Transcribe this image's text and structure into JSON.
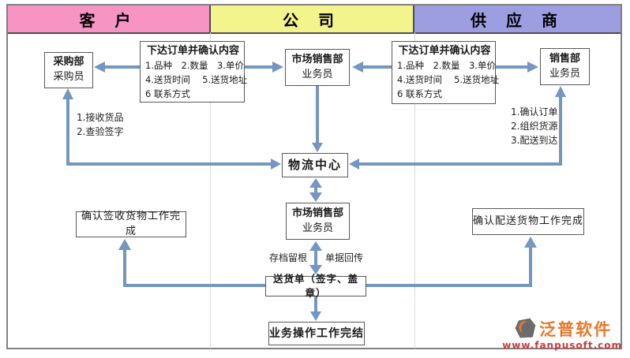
{
  "header": {
    "columns": [
      {
        "id": "customer",
        "label": "客 户",
        "color": "#F794C4"
      },
      {
        "id": "company",
        "label": "公 司",
        "color": "#F4F48C"
      },
      {
        "id": "supplier",
        "label": "供 应 商",
        "color": "#9D9DE2"
      }
    ]
  },
  "boxes": {
    "purchase_dept": {
      "title": "采购部",
      "subtitle": "采购员"
    },
    "order_left": {
      "title": "下达订单并确认内容",
      "line1": "1.品种　2.数量　3.单价",
      "line2": "4.送货时间　 5.送货地址",
      "line3": "6 联系方式"
    },
    "sales_top": {
      "title": "市场销售部",
      "subtitle": "业务员"
    },
    "order_right": {
      "title": "下达订单并确认内容",
      "line1": "1.品种　2.数量　3.单价",
      "line2": "4.送货时间　 5.送货地址",
      "line3": "6 联系方式"
    },
    "sales_dept": {
      "title": "销售部",
      "subtitle": "业务员"
    },
    "logistics": {
      "title": "物流中心"
    },
    "sales_mid": {
      "title": "市场销售部",
      "subtitle": "业务员"
    },
    "confirm_receive": {
      "title": "确认签收货物工作完成"
    },
    "confirm_deliver": {
      "title": "确认配送货物工作完成"
    },
    "delivery_note": {
      "title": "送货单（签字、盖章）"
    },
    "work_complete": {
      "title": "业务操作工作完结"
    }
  },
  "annotations": {
    "receive_goods": "1.接收货品",
    "check_sign": "2.查验签字",
    "confirm_order": "1.确认订单",
    "organize_supply": "2.组织货源",
    "delivery_arrival": "3.配送到达",
    "archive_copy": "存档留根",
    "receipt_return": "单据回传"
  },
  "watermark": {
    "brand": "泛普软件",
    "url": "www.fanpusoft.com",
    "brand_color": "#E8762A",
    "url_color": "#CC3A3A"
  },
  "colors": {
    "arrow": "#7396C3",
    "box_border": "#595959",
    "frame_border": "#808080",
    "divider": "#D9D9D9"
  }
}
